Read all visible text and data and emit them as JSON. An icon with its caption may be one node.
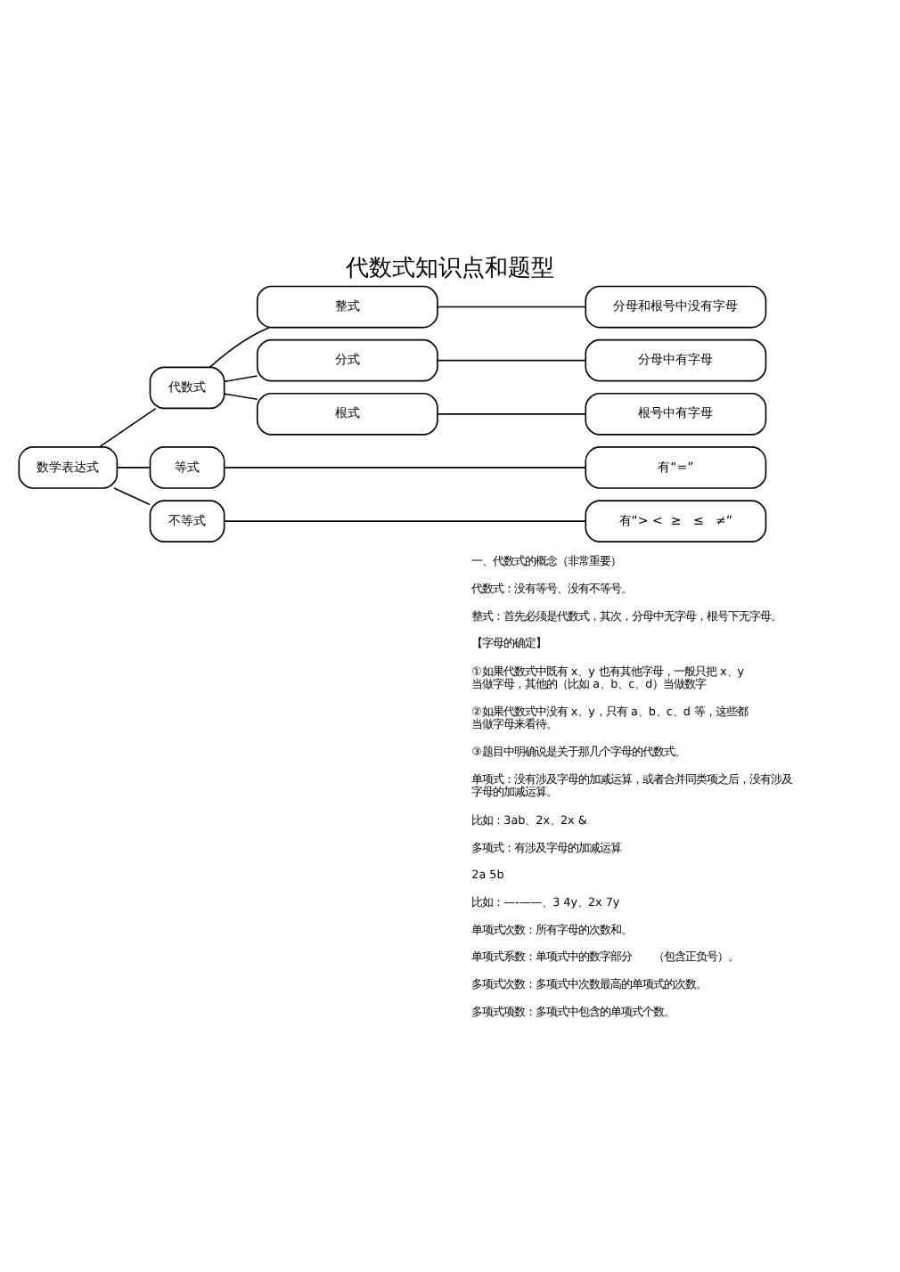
{
  "diagram": {
    "title": "代数式知识点和题型",
    "nodes": [
      {
        "text": [
          "数学表达式"
        ]
      },
      {
        "text": [
          "代数式"
        ]
      },
      {
        "text": [
          "等式"
        ]
      },
      {
        "text": [
          "不等式"
        ]
      },
      {
        "text": [
          "整式"
        ]
      },
      {
        "text": [
          "分式"
        ]
      },
      {
        "text": [
          "根式"
        ]
      },
      {
        "text": [
          "分母和根号中没有字母"
        ]
      },
      {
        "text": [
          "分母中有字母"
        ]
      },
      {
        "text": [
          "根号中有字母"
        ]
      },
      {
        "text": [
          "有“=”"
        ]
      },
      {
        "text": [
          "有“> <  ≥   ≤   ≠”"
        ]
      }
    ],
    "edges": [
      {
        "from": 0,
        "to": 1,
        "arrow": "none"
      },
      {
        "from": 0,
        "to": 2,
        "arrow": "none"
      },
      {
        "from": 0,
        "to": 3,
        "arrow": "none"
      },
      {
        "from": 1,
        "to": 4,
        "arrow": "none"
      },
      {
        "from": 1,
        "to": 5,
        "arrow": "none"
      },
      {
        "from": 1,
        "to": 6,
        "arrow": "none"
      },
      {
        "from": 4,
        "to": 7,
        "arrow": "none"
      },
      {
        "from": 5,
        "to": 8,
        "arrow": "none"
      },
      {
        "from": 6,
        "to": 9,
        "arrow": "none"
      },
      {
        "from": 2,
        "to": 10,
        "arrow": "none"
      },
      {
        "from": 3,
        "to": 11,
        "arrow": "none"
      }
    ],
    "labels": [
      "一、代数式的概念（非常重要）",
      "代数式：没有等号、没有不等号。",
      "整式：首先必须是代数式，其次，分母中无字母，根号下无字母。",
      "【字母的确定】",
      "①如果代数式中既有 x、y 也有其他字母，一般只把 x、y 当做字母，其他的（比如 a、b、c、d）当做数字",
      "②如果代数式中没有 x、y，只有 a、b、c、d 等，这些都当做字母来看待。",
      "③题目中明确说是关于那几个字母的代数式。",
      "单项式：没有涉及字母的加减运算，或者合并同类项之后，没有涉及字母的加减运算。",
      "比如：3ab、2x、2x &",
      "多项式：有涉及字母的加减运算",
      "2a 5b",
      "比如：—-——、3 4y、2x 7y",
      "单项式次数：所有字母的次数和。",
      "单项式系数：单项式中的数字部分　　（包含正负号）。",
      "多项式次数：多项式中次数最高的单项式的次数。",
      "多项式项数：多项式中包含的单项式个数。"
    ]
  }
}
